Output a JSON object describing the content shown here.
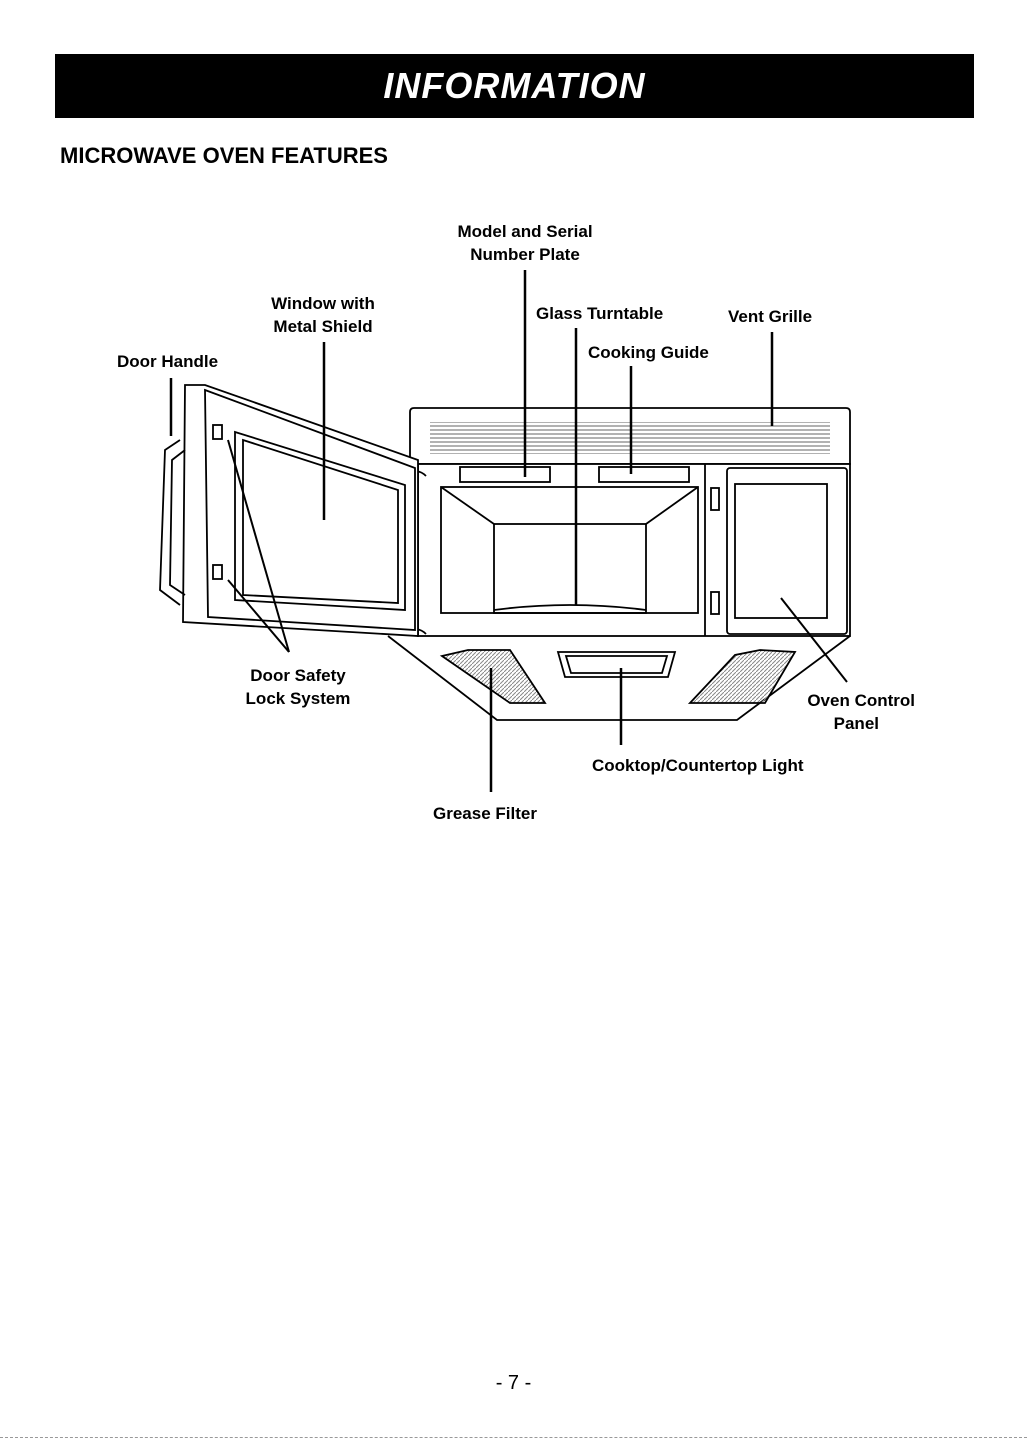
{
  "header": {
    "title": "INFORMATION"
  },
  "section": {
    "title": "MICROWAVE OVEN FEATURES"
  },
  "labels": {
    "model_serial_line1": "Model and Serial",
    "model_serial_line2": "Number Plate",
    "window_line1": "Window with",
    "window_line2": "Metal Shield",
    "glass_turntable": "Glass Turntable",
    "vent_grille": "Vent Grille",
    "door_handle": "Door Handle",
    "cooking_guide": "Cooking Guide",
    "door_safety_line1": "Door Safety",
    "door_safety_line2": "Lock System",
    "oven_control_line1": "Oven Control",
    "oven_control_line2": "Panel",
    "cooktop_light": "Cooktop/Countertop Light",
    "grease_filter": "Grease Filter"
  },
  "footer": {
    "page": "- 7 -"
  }
}
